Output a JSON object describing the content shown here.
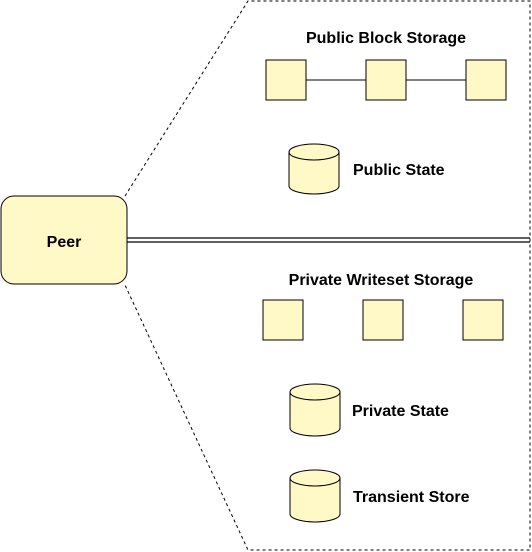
{
  "colors": {
    "node_fill": "#fff9c8",
    "stroke": "#000000",
    "background": "#ffffff"
  },
  "peer": {
    "label": "Peer"
  },
  "public_panel": {
    "title": "Public Block Storage",
    "blocks": [
      "block",
      "block",
      "block"
    ],
    "state_label": "Public State",
    "state_icon": "database-cylinder-icon"
  },
  "private_panel": {
    "title": "Private Writeset Storage",
    "blocks": [
      "block",
      "block",
      "block"
    ],
    "state_label": "Private State",
    "state_icon": "database-cylinder-icon",
    "transient_label": "Transient Store",
    "transient_icon": "database-cylinder-icon"
  }
}
